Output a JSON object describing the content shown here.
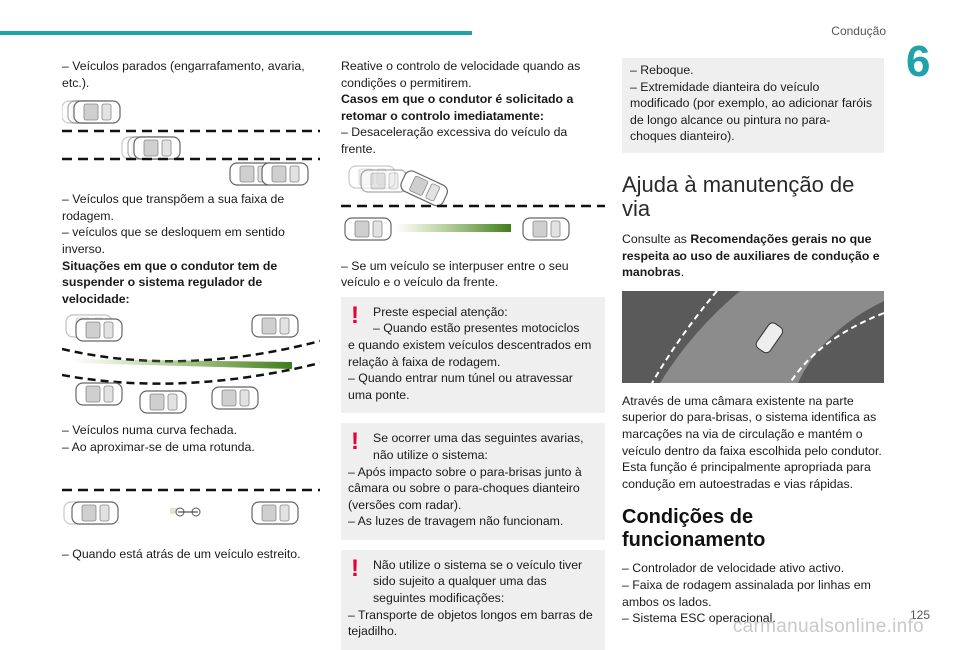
{
  "header": {
    "section": "Condução",
    "chapter": "6"
  },
  "col1": {
    "p1": "– Veículos parados (engarrafamento, avaria, etc.).",
    "p2a": "– Veículos que transpõem a sua faixa de rodagem.",
    "p2b": "– veículos que se desloquem em sentido inverso.",
    "p2c": "Situações em que o condutor tem de suspender o sistema regulador de velocidade:",
    "p3a": "– Veículos numa curva fechada.",
    "p3b": "– Ao aproximar-se de uma rotunda.",
    "p4": "– Quando está atrás de um veículo estreito."
  },
  "col2": {
    "p1a": "Reative o controlo de velocidade quando as condições o permitirem.",
    "p1b": "Casos em que o condutor é solicitado a retomar o controlo imediatamente:",
    "p1c": "– Desaceleração excessiva do veículo da frente.",
    "p2": "– Se um veículo se interpuser entre o seu veículo e o veículo da frente.",
    "warn1": {
      "l1": "Preste especial atenção:",
      "l2": "– Quando estão presentes motociclos",
      "l3": "e quando existem veículos descentrados em relação à faixa de rodagem.",
      "l4": "– Quando entrar num túnel ou atravessar uma ponte."
    },
    "warn2": {
      "l1": "Se ocorrer uma das seguintes avarias, não utilize o sistema:",
      "l2": "– Após impacto sobre o para-brisas junto à câmara ou sobre o para-choques dianteiro (versões com radar).",
      "l3": "– As luzes de travagem não funcionam."
    },
    "warn3": {
      "l1": "Não utilize o sistema se o veículo tiver sido sujeito a qualquer uma das seguintes modificações:",
      "l2": "– Transporte de objetos longos em barras de tejadilho."
    }
  },
  "col3": {
    "box": {
      "l1": "– Reboque.",
      "l2": "– Extremidade dianteira do veículo modificado (por exemplo, ao adicionar faróis de longo alcance ou pintura no para-choques dianteiro)."
    },
    "heading": "Ajuda à manutenção de via",
    "consult_pre": "Consulte as ",
    "consult_bold": "Recomendações gerais no que respeita ao uso de auxiliares de condução e manobras",
    "consult_post": ".",
    "body": "Através de uma câmara existente na parte superior do para-brisas, o sistema identifica as marcações na via de circulação e mantém o veículo dentro da faixa escolhida pelo condutor. Esta função é principalmente apropriada para condução em autoestradas e vias rápidas.",
    "heading2": "Condições de funcionamento",
    "c1": "– Controlador de velocidade ativo activo.",
    "c2": "– Faixa de rodagem assinalada por linhas em ambos os lados.",
    "c3": "– Sistema ESC operacional."
  },
  "footer": {
    "page": "125",
    "watermark": "carmanualsonline.info"
  }
}
